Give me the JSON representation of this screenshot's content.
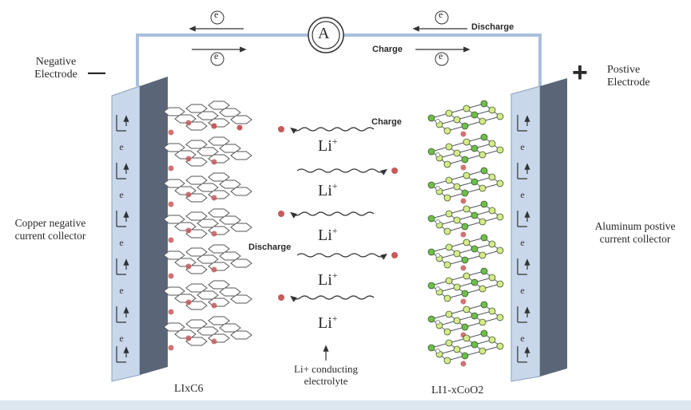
{
  "circuit": {
    "ammeter_symbol": "A",
    "electron_symbol": "e",
    "discharge_label": "Discharge",
    "charge_label": "Charge"
  },
  "negative_electrode": {
    "label_line1": "Negative",
    "label_line2": "Electrode",
    "sign": "—",
    "collector_line1": "Copper negative",
    "collector_line2": "current collector",
    "material": "LIxC6"
  },
  "positive_electrode": {
    "label_line1": "Postive",
    "label_line2": "Electrode",
    "sign": "+",
    "collector_line1": "Aluminum postive",
    "collector_line2": "current collector",
    "material": "LI1-xCoO2"
  },
  "electrolyte": {
    "ion_label": "Li",
    "ion_charge": "+",
    "charge_label": "Charge",
    "discharge_label": "Discharge",
    "caption_line1": "Li+ conducting",
    "caption_line2": "electrolyte"
  },
  "colors": {
    "wire": "#a9bfdc",
    "collector_front": "#c8d7ea",
    "collector_side": "#5a6677",
    "ion": "#c85a5a",
    "cobalt": "#6cbf4a",
    "oxygen_light": "#d7ea8a",
    "graphite_stroke": "#555555"
  }
}
